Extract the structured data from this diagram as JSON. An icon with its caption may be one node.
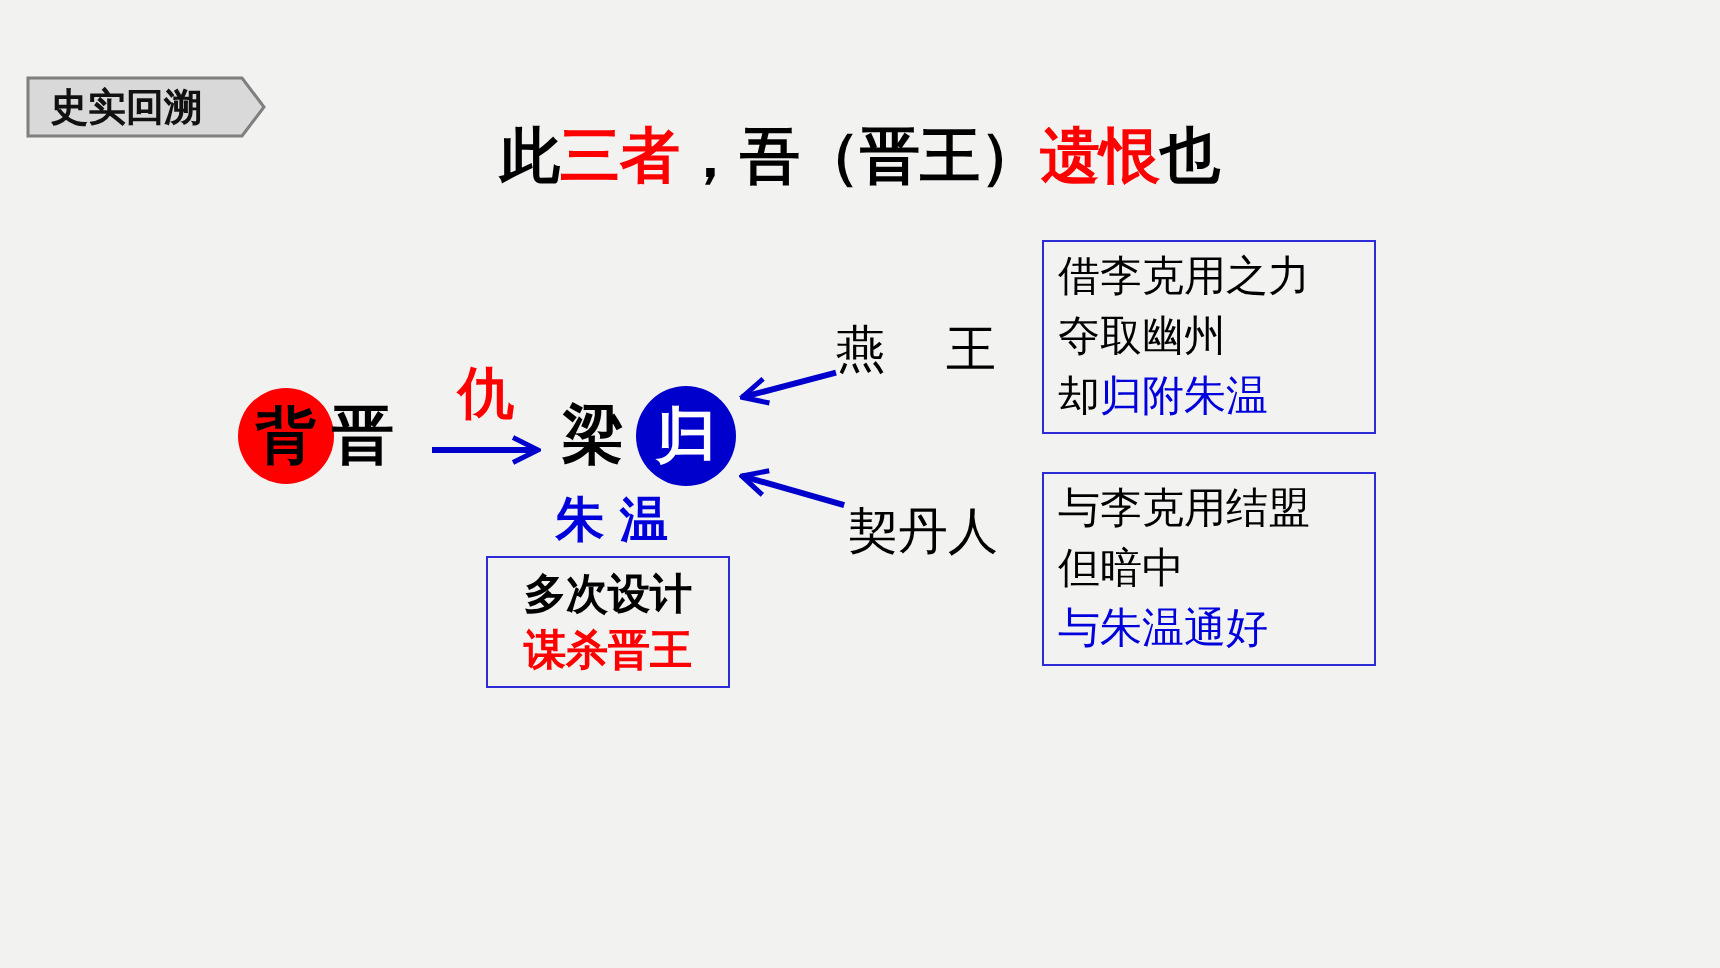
{
  "diagram": {
    "title": "此**三者**，吾（晋王）**遗恨**也",
    "nodes": [
      {
        "text": [
          "背"
        ]
      },
      {
        "text": [
          "晋"
        ]
      },
      {
        "text": [
          "梁"
        ]
      },
      {
        "text": [
          "归"
        ]
      },
      {
        "text": [
          "多次设计",
          "谋杀晋王"
        ]
      },
      {
        "text": [
          "燕 王"
        ]
      },
      {
        "text": [
          "契丹人"
        ]
      },
      {
        "text": [
          "借李克用之力",
          "夺取幽州",
          "却**归附朱温**"
        ]
      },
      {
        "text": [
          "与李克用结盟",
          "但暗中",
          "与朱温通好"
        ]
      }
    ],
    "edges": [
      {
        "from": 1,
        "to": 2,
        "arrow": "to",
        "label": "仇"
      },
      {
        "from": 5,
        "to": 3,
        "arrow": "to"
      },
      {
        "from": 6,
        "to": 3,
        "arrow": "to"
      }
    ],
    "labels": [
      "史实回溯",
      "朱 温"
    ]
  }
}
